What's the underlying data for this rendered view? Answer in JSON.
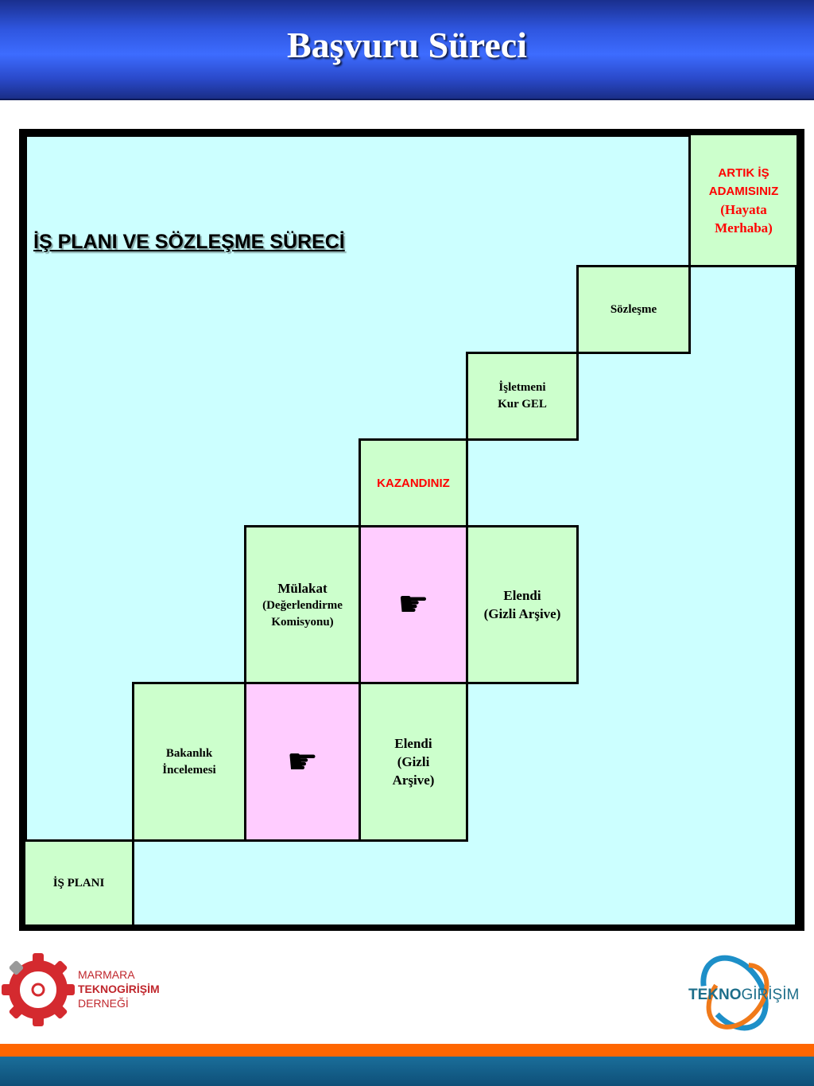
{
  "header": {
    "title": "Başvuru Süreci"
  },
  "diagram": {
    "section_title": "İŞ PLANI VE SÖZLEŞME SÜRECİ",
    "is_plani": "İŞ PLANI",
    "bakanlik": {
      "line1": "Bakanlık",
      "line2": "İncelemesi"
    },
    "elendi_lower": {
      "line1": "Elendi",
      "line2": "(Gizli",
      "line3": "Arşive)"
    },
    "mulakat": {
      "line1": "Mülakat",
      "line2": "(Değerlendirme",
      "line3": "Komisyonu)"
    },
    "elendi_upper": {
      "line1": "Elendi",
      "line2": "(Gizli Arşive)"
    },
    "kazandiniz": "KAZANDINIZ",
    "isletmeni": {
      "line1": "İşletmeni",
      "line2": "Kur  GEL"
    },
    "sozlesme": "Sözleşme",
    "artik": {
      "line1": "ARTIK İŞ",
      "line2": "ADAMISINIZ",
      "line3": "(Hayata",
      "line4": "Merhaba)"
    },
    "hand_glyph": "☛",
    "hand_icon": "pointing-hand-icon"
  },
  "footer": {
    "left_logo": {
      "line1": "MARMARA",
      "line2": "TEKNOGİRİŞİM",
      "line3": "DERNEĞİ"
    },
    "right_logo": {
      "bold": "TEKNO",
      "regular": "GİRİŞİM"
    }
  },
  "colors": {
    "header_blue": "#3d6cff",
    "diagram_bg": "#ccffff",
    "green_cell": "#ccffcc",
    "pink_cell": "#ffccff",
    "red_text": "#ff0000",
    "footer_orange": "#ff6600",
    "footer_blue": "#0e4f78"
  }
}
